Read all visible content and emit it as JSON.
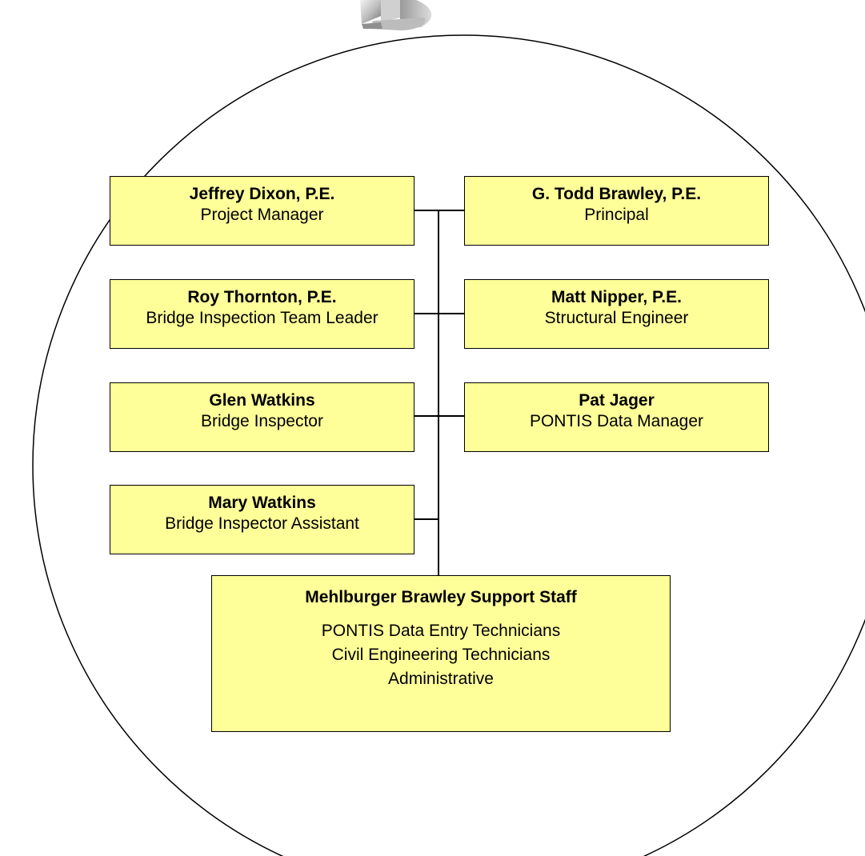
{
  "org_chart": {
    "left_column": [
      {
        "name": "Jeffrey Dixon, P.E.",
        "role": "Project Manager"
      },
      {
        "name": "Roy Thornton, P.E.",
        "role": "Bridge Inspection Team Leader"
      },
      {
        "name": "Glen Watkins",
        "role": "Bridge Inspector"
      },
      {
        "name": "Mary Watkins",
        "role": "Bridge Inspector Assistant"
      }
    ],
    "right_column": [
      {
        "name": "G. Todd Brawley, P.E.",
        "role": "Principal"
      },
      {
        "name": "Matt Nipper, P.E.",
        "role": "Structural Engineer"
      },
      {
        "name": "Pat Jager",
        "role": "PONTIS Data Manager"
      }
    ],
    "support": {
      "title": "Mehlburger Brawley Support Staff",
      "items": [
        "PONTIS Data Entry Technicians",
        "Civil Engineering Technicians",
        "Administrative"
      ]
    }
  },
  "colors": {
    "box_fill": "#ffff99",
    "line": "#000000"
  },
  "icons": {
    "logo": "company-logo-icon"
  }
}
